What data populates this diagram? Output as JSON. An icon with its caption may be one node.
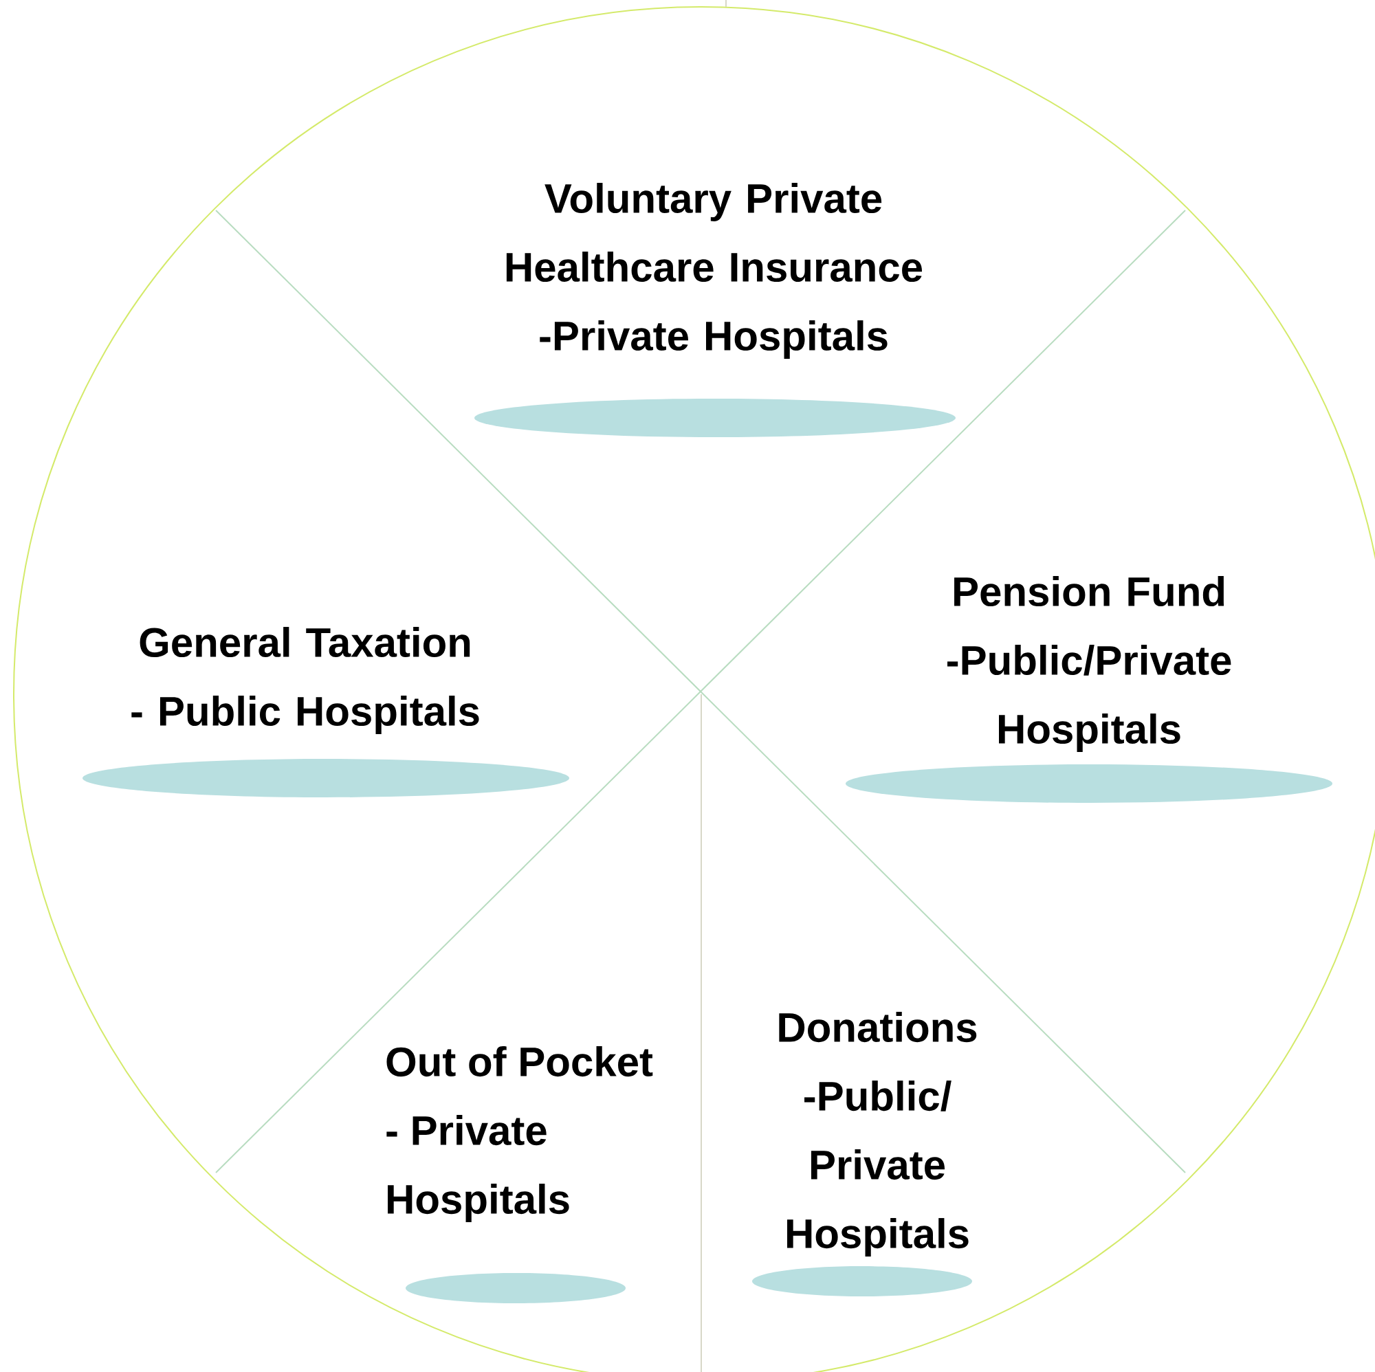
{
  "diagram": {
    "nodes": [
      {
        "text": [
          "Voluntary Private Healthcare Insurance -Private Hospitals"
        ]
      },
      {
        "text": [
          "General Taxation - Public Hospitals"
        ]
      },
      {
        "text": [
          "Pension Fund -Public/Private Hospitals"
        ]
      },
      {
        "text": [
          "Out of Pocket - Private Hospitals"
        ]
      },
      {
        "text": [
          "Donations -Public/ Private Hospitals"
        ]
      }
    ]
  }
}
